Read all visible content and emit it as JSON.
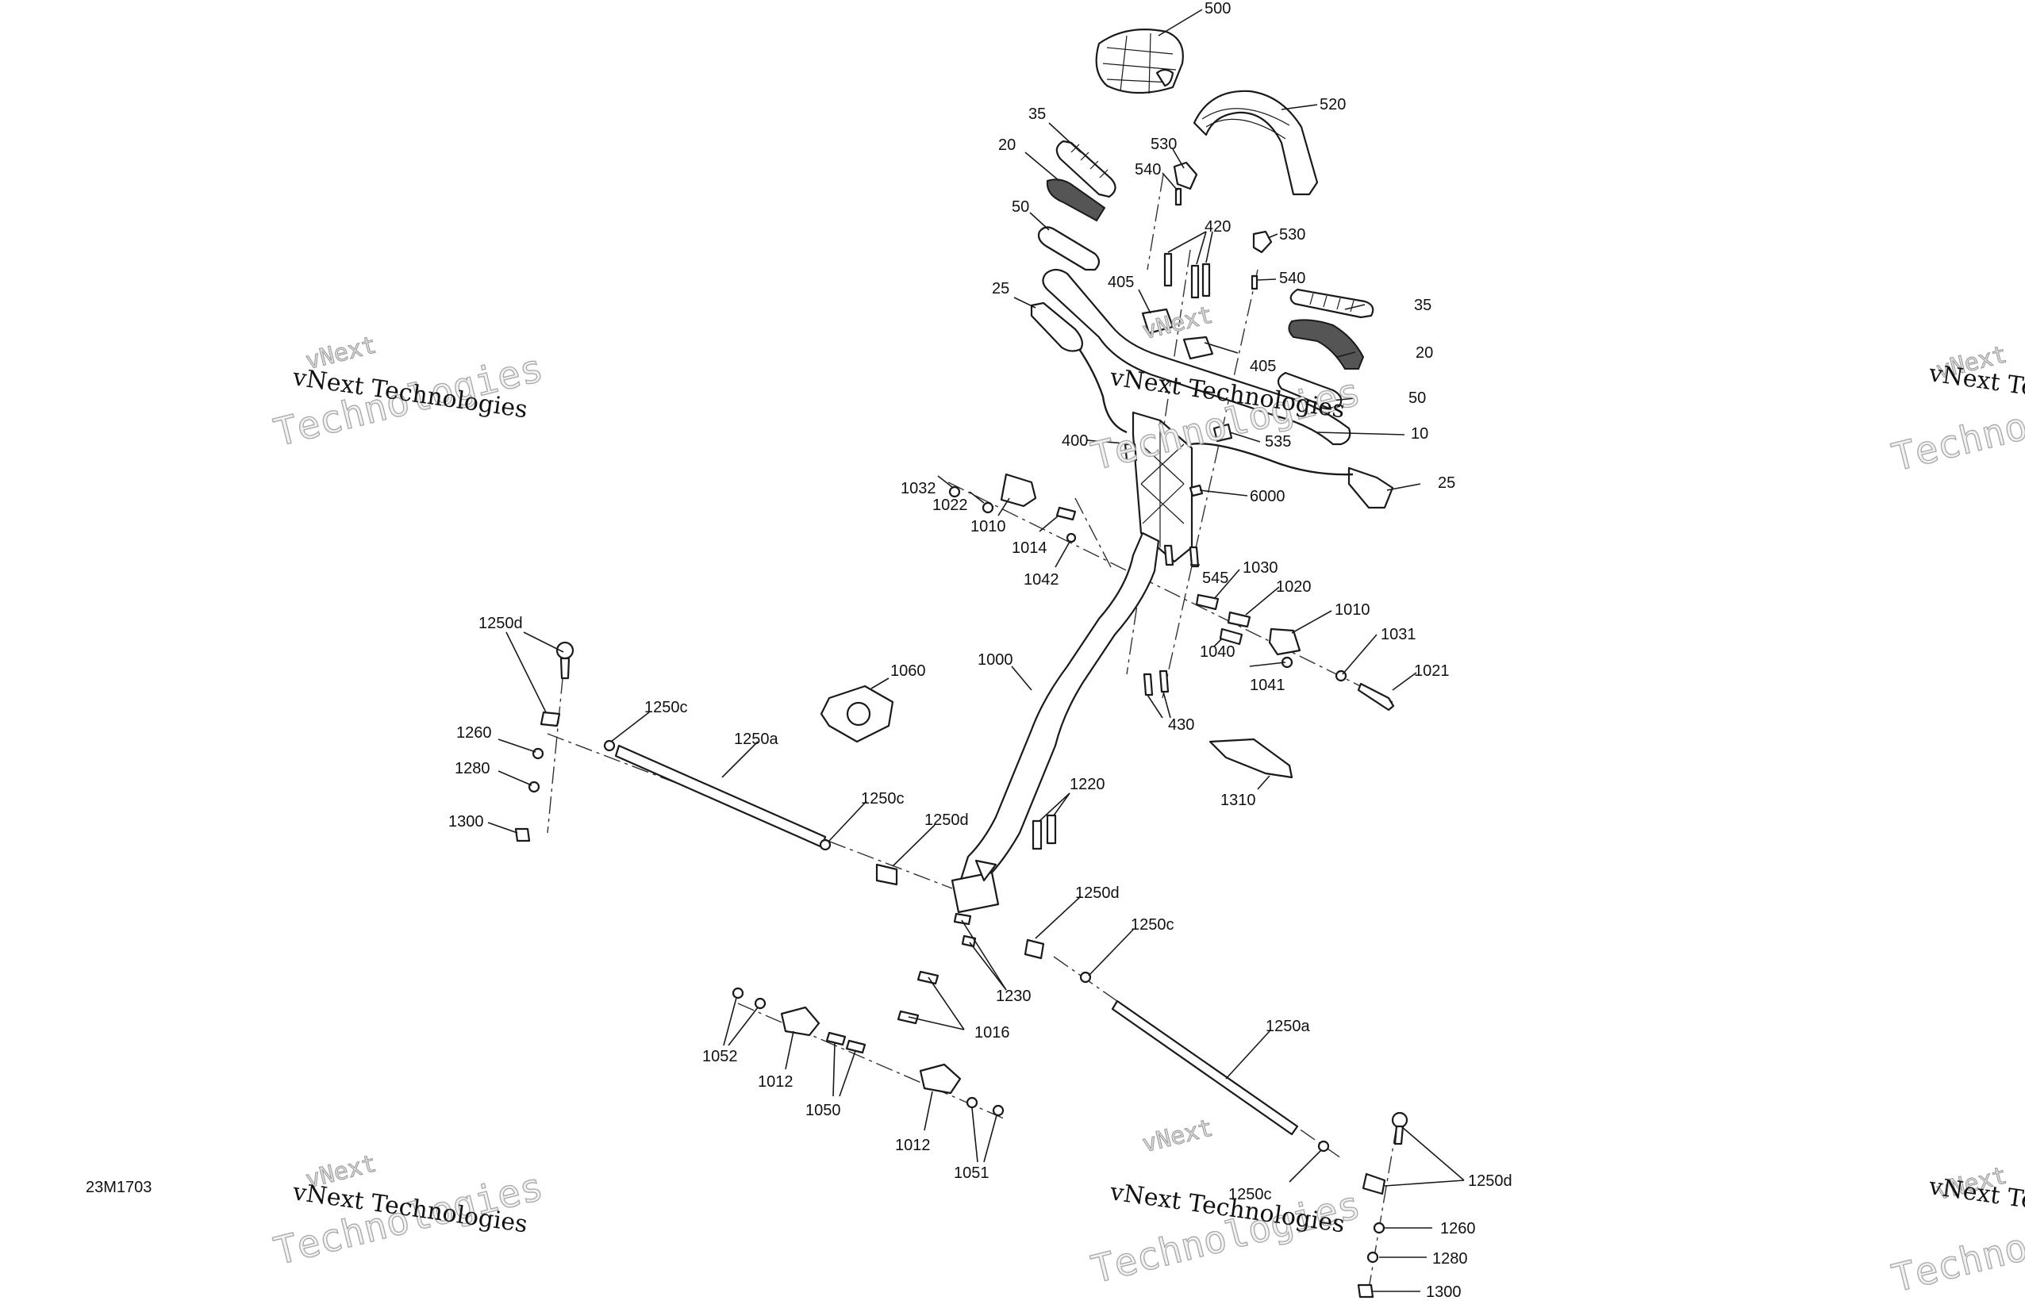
{
  "drawing_code": "23M1703",
  "watermark": {
    "line1": "vNext",
    "line2": "vNext Technologies",
    "line3": "Technologies"
  },
  "callouts": {
    "c500": "500",
    "c520": "520",
    "c35a": "35",
    "c20a": "20",
    "c530a": "530",
    "c540a": "540",
    "c50a": "50",
    "c420": "420",
    "c530b": "530",
    "c405a": "405",
    "c540b": "540",
    "c25a": "25",
    "c35b": "35",
    "c20b": "20",
    "c405b": "405",
    "c50b": "50",
    "c10": "10",
    "c400": "400",
    "c535": "535",
    "c6000": "6000",
    "c25b": "25",
    "c1032": "1032",
    "c1022": "1022",
    "c1010a": "1010",
    "c1014": "1014",
    "c1042": "1042",
    "c545": "545",
    "c1030": "1030",
    "c1020": "1020",
    "c1010b": "1010",
    "c1031": "1031",
    "c1040": "1040",
    "c1021": "1021",
    "c1041": "1041",
    "c1250d_a": "1250d",
    "c1250c_a": "1250c",
    "c1250a_a": "1250a",
    "c1060": "1060",
    "c1000": "1000",
    "c430": "430",
    "c1260a": "1260",
    "c1280a": "1280",
    "c1300a": "1300",
    "c1250c_b": "1250c",
    "c1250d_b": "1250d",
    "c1310": "1310",
    "c1220": "1220",
    "c1250d_c": "1250d",
    "c1250c_c": "1250c",
    "c1230": "1230",
    "c1016": "1016",
    "c1052": "1052",
    "c1012a": "1012",
    "c1050": "1050",
    "c1012b": "1012",
    "c1051": "1051",
    "c1250a_b": "1250a",
    "c1250c_d": "1250c",
    "c1250d_d": "1250d",
    "c1260b": "1260",
    "c1280b": "1280",
    "c1300b": "1300"
  }
}
